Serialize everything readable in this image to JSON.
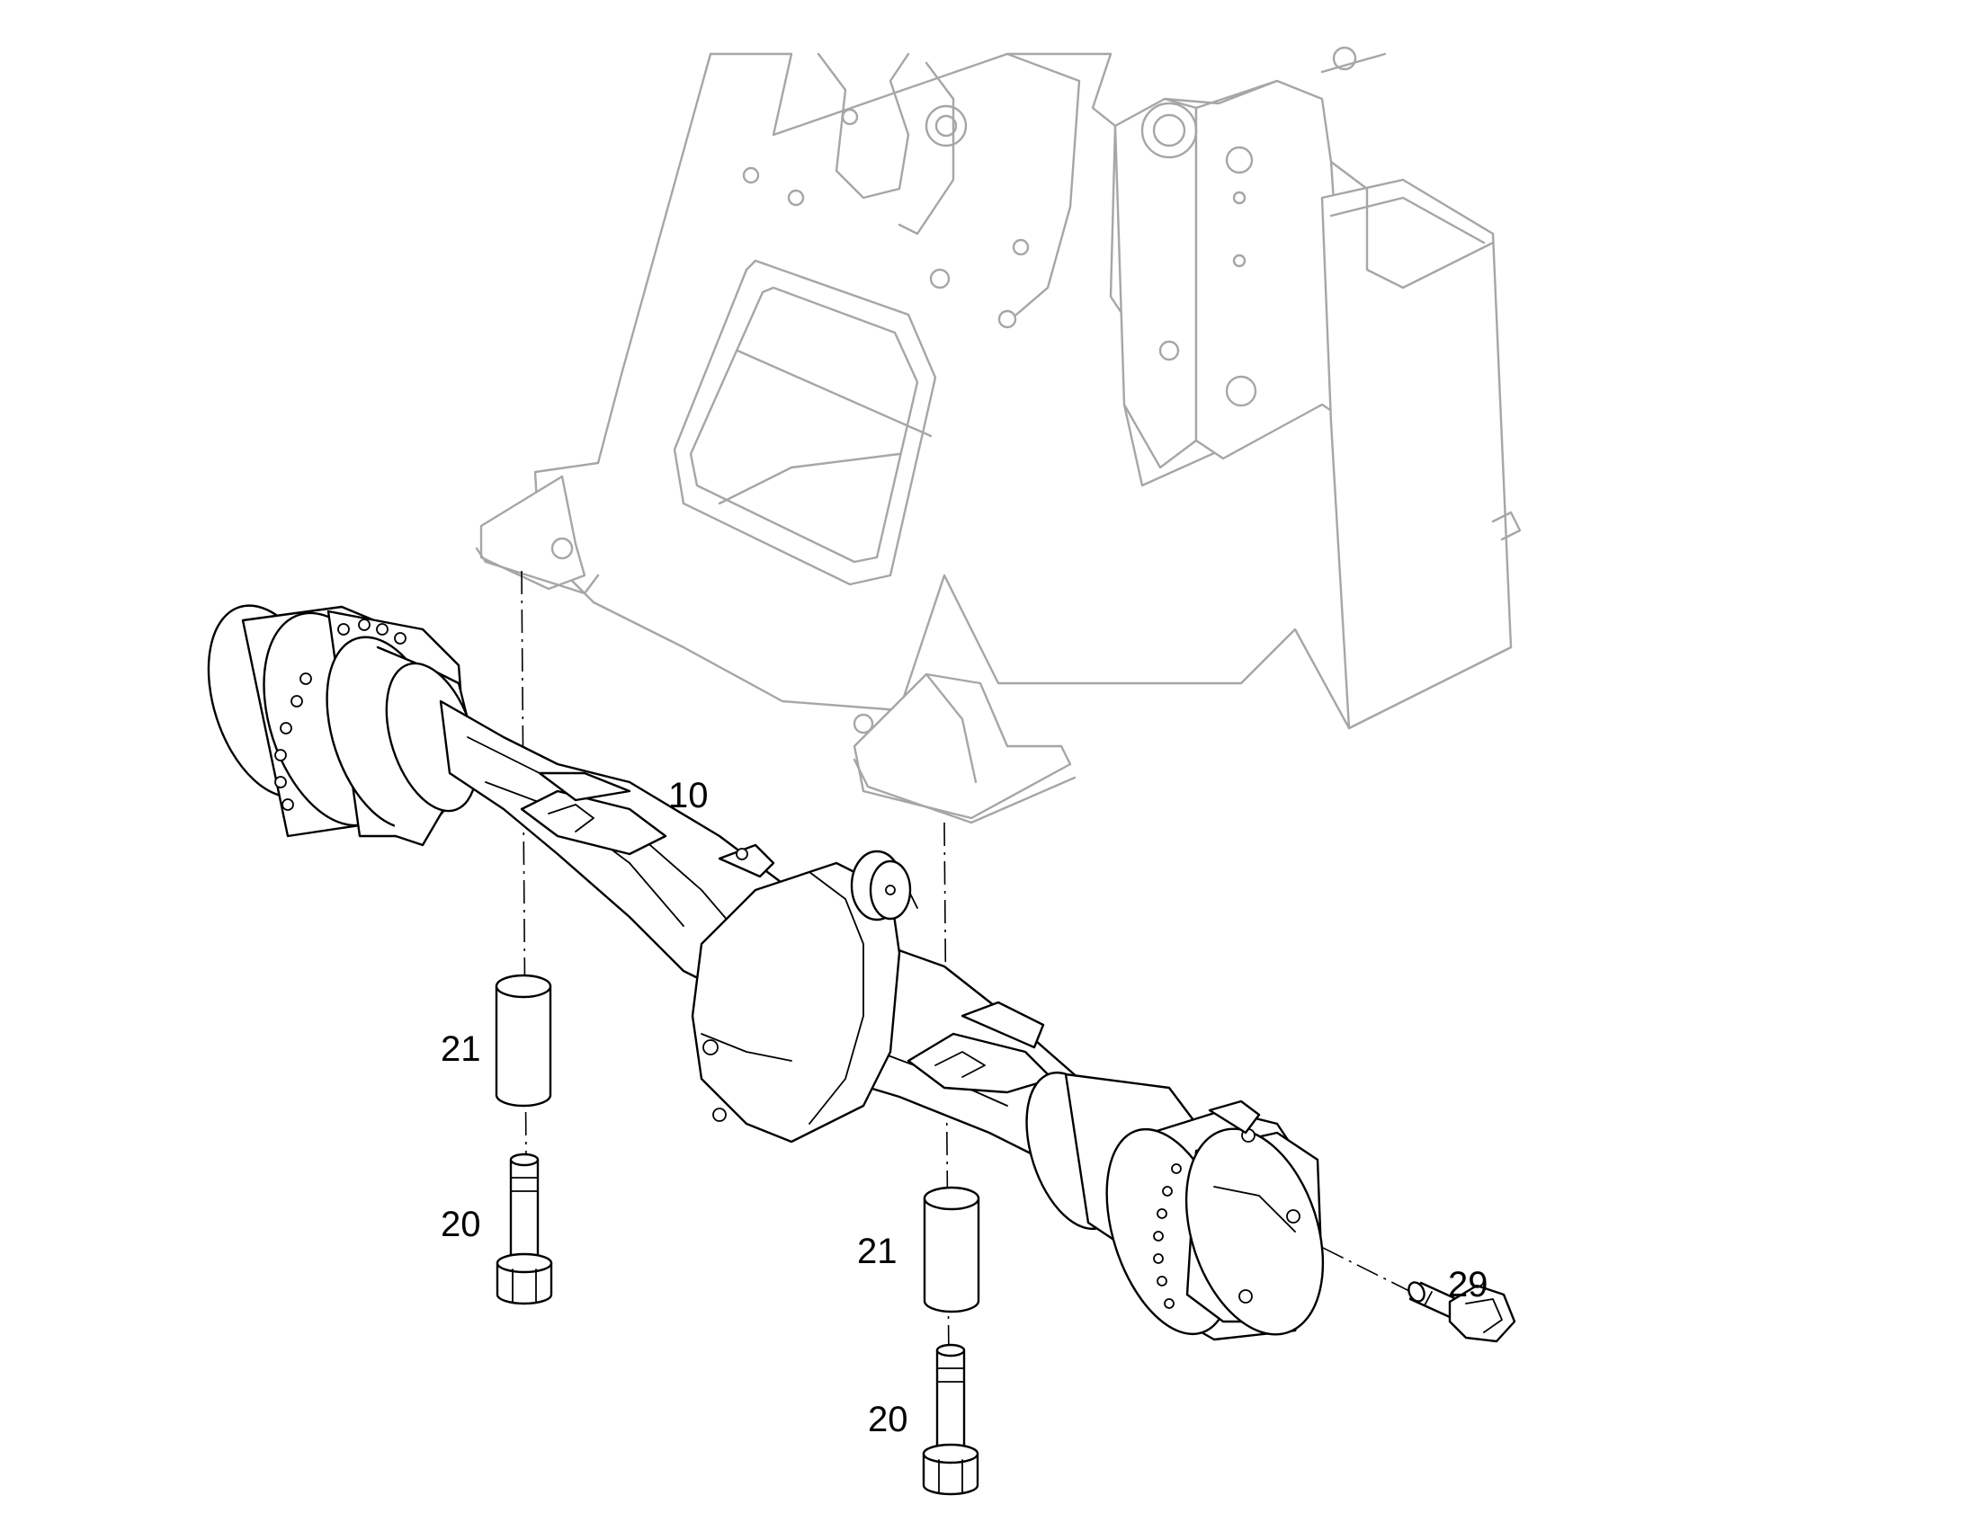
{
  "callouts": {
    "axle": "10",
    "spacer_left": "21",
    "bolt_left": "20",
    "spacer_right": "21",
    "bolt_right": "20",
    "hub_bolt": "29"
  },
  "colors": {
    "frame_outline": "#a6a6a6",
    "part_outline": "#000000",
    "background": "#ffffff"
  }
}
